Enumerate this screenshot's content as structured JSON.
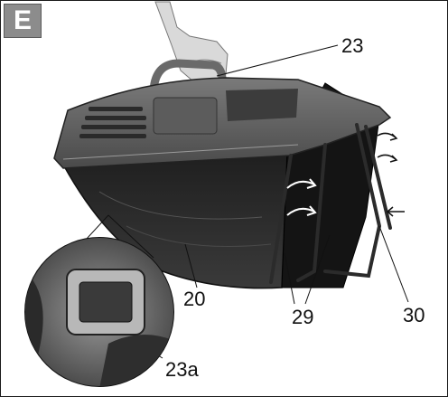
{
  "figure": {
    "section_letter": "E",
    "callouts": {
      "handle": "23",
      "grass_bag": "20",
      "bag_frame": "29",
      "rear_flap": "30",
      "inset_handle": "23a"
    }
  }
}
